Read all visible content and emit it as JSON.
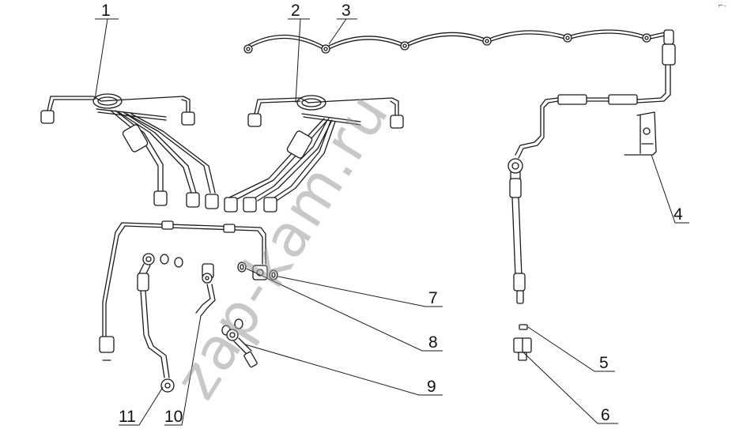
{
  "diagram": {
    "callouts": [
      {
        "id": "1",
        "label": "1"
      },
      {
        "id": "2",
        "label": "2"
      },
      {
        "id": "3",
        "label": "3"
      },
      {
        "id": "4",
        "label": "4"
      },
      {
        "id": "5",
        "label": "5"
      },
      {
        "id": "6",
        "label": "6"
      },
      {
        "id": "7",
        "label": "7"
      },
      {
        "id": "8",
        "label": "8"
      },
      {
        "id": "9",
        "label": "9"
      },
      {
        "id": "10",
        "label": "10"
      },
      {
        "id": "11",
        "label": "11"
      }
    ],
    "watermark": "zap-kam.ru",
    "corner_mark": "⌐-"
  }
}
